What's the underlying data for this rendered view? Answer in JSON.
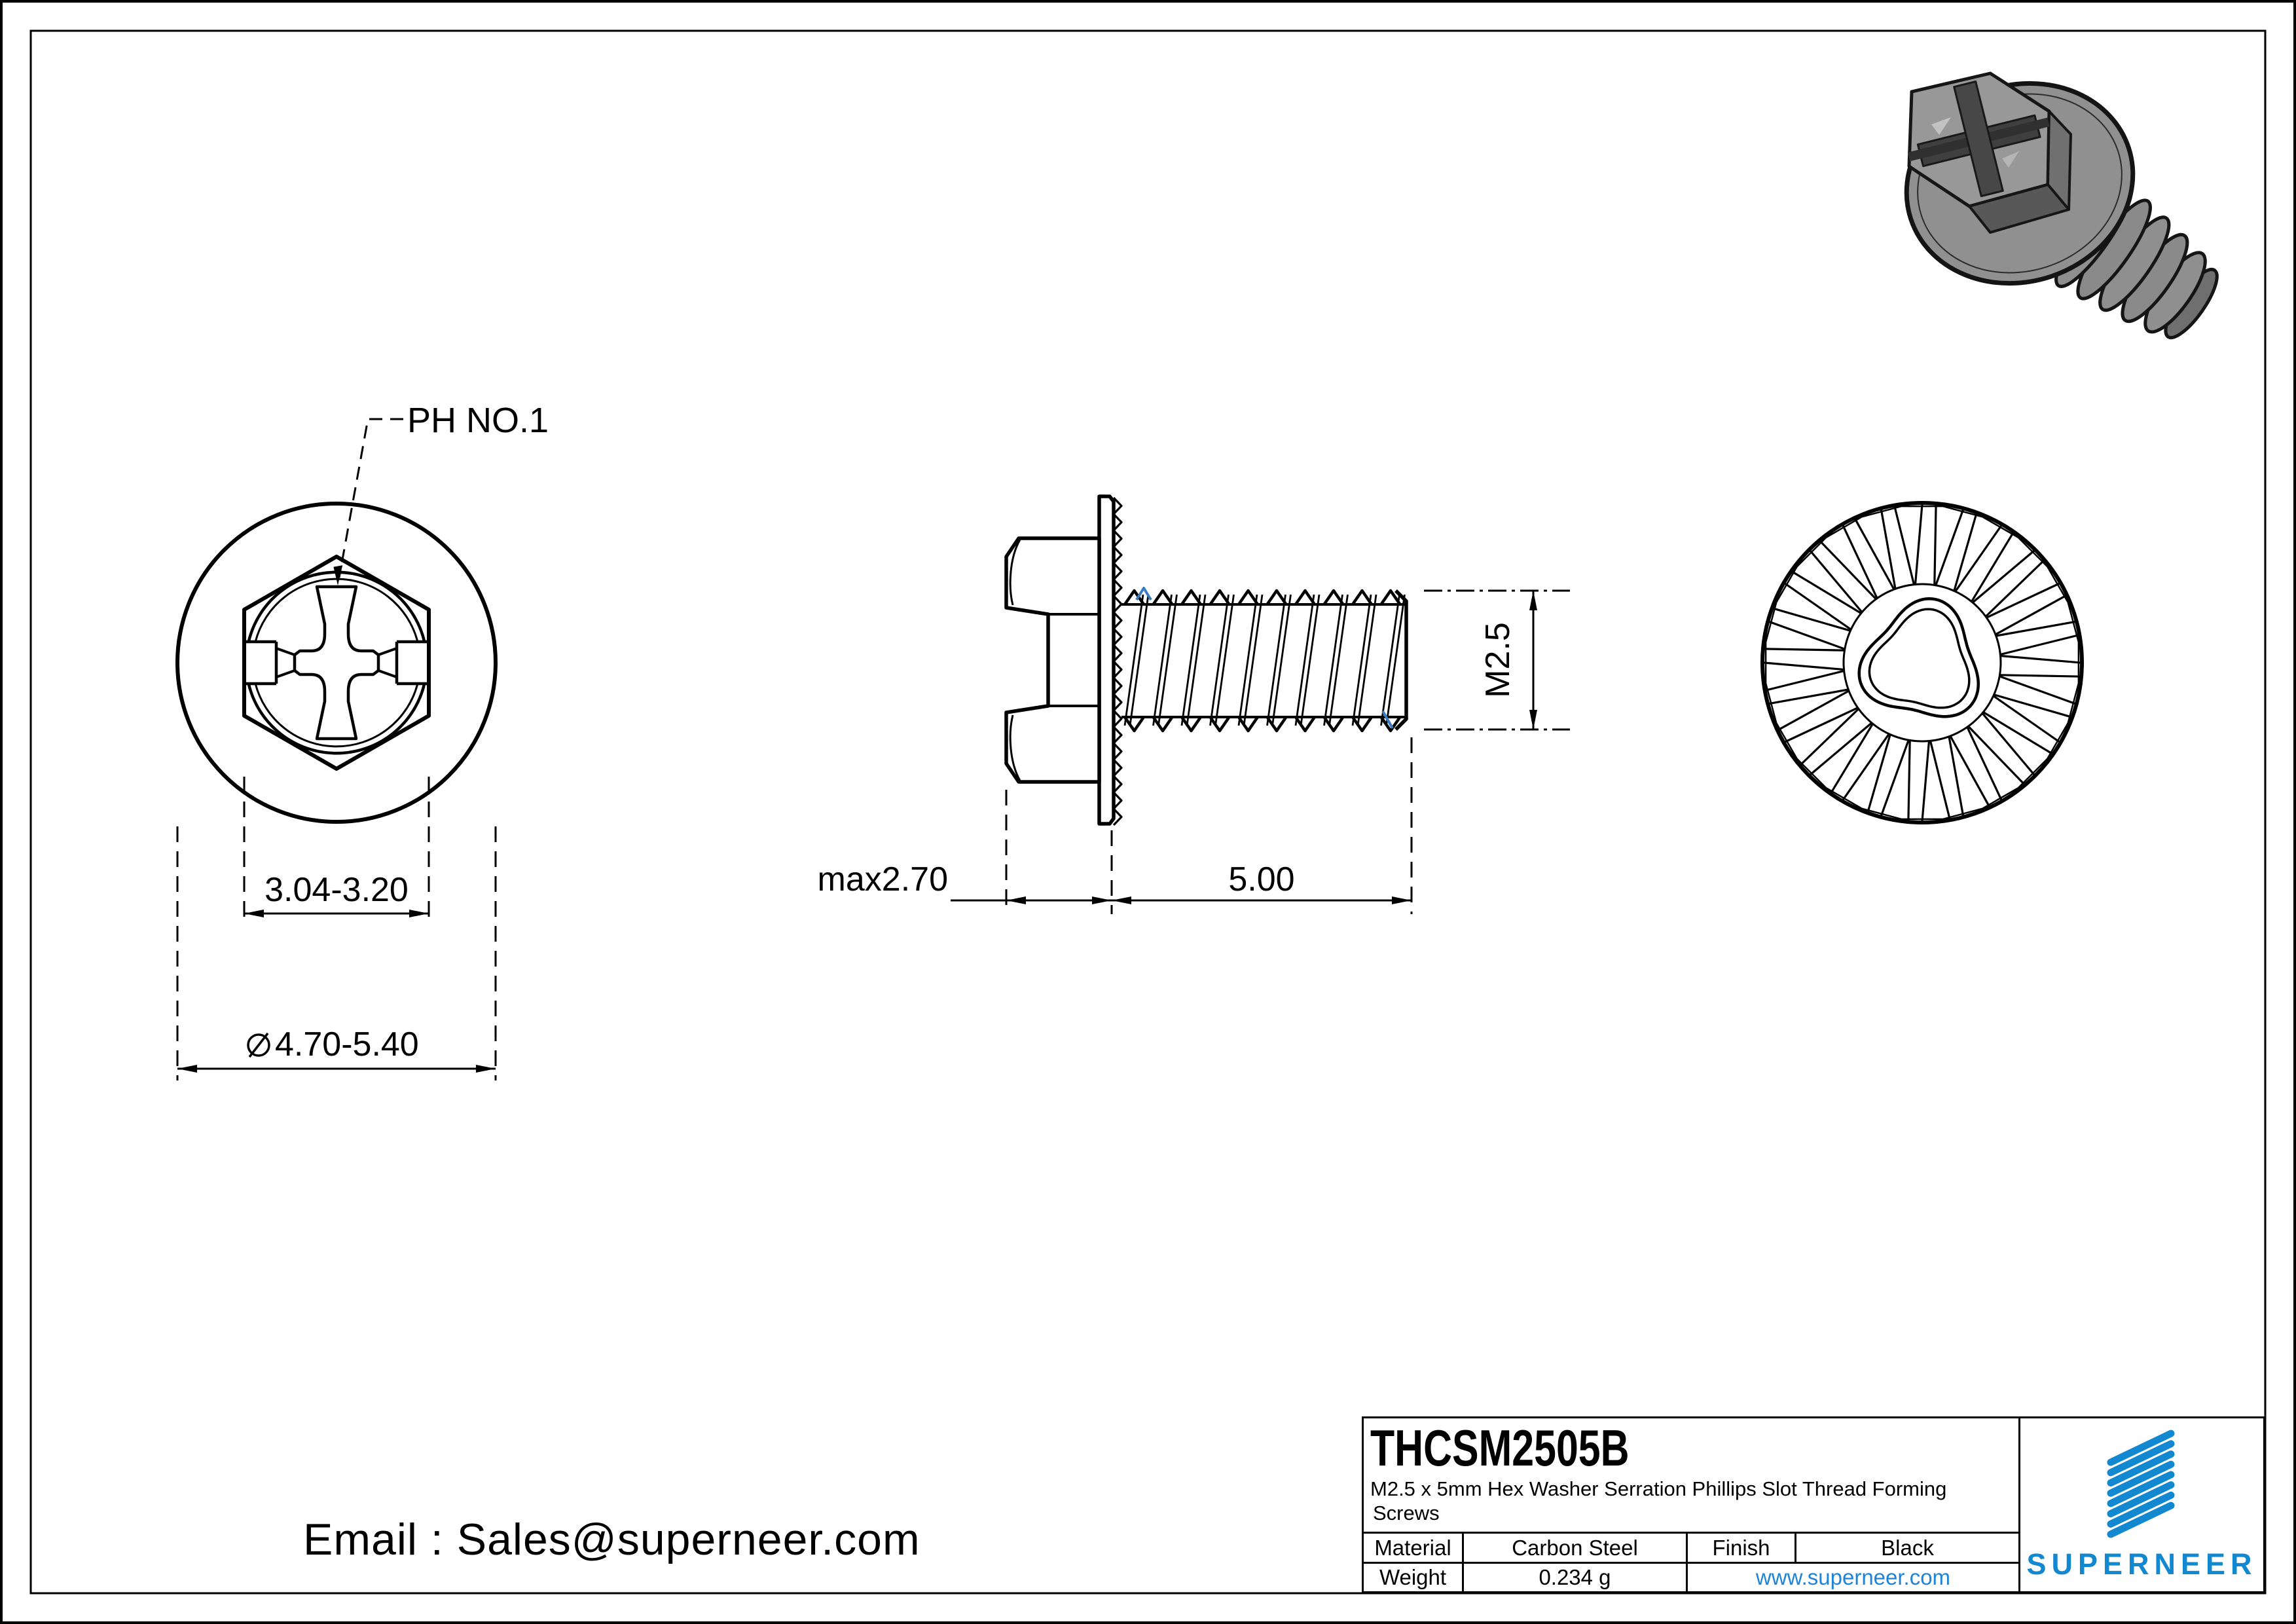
{
  "sheet": {
    "background": "#ffffff",
    "line_color": "#000000"
  },
  "annotations": {
    "drive_type": "PH NO.1",
    "hex_across_flats": "3.04-3.20",
    "head_diameter": "4.70-5.40",
    "head_height": "max2.70",
    "thread_length": "5.00",
    "thread_size": "M2.5"
  },
  "title_block": {
    "part_number": "THCSM2505B",
    "description_line1": "M2.5 x 5mm Hex Washer Serration Phillips Slot Thread Forming",
    "description_line2": "Screws",
    "material_label": "Material",
    "material_value": "Carbon Steel",
    "finish_label": "Finish",
    "finish_value": "Black",
    "weight_label": "Weight",
    "weight_value": "0.234 g",
    "website": "www.superneer.com",
    "brand_name": "SUPERNEER",
    "brand_color": "#1288D1",
    "link_color": "#1E84D8"
  },
  "footer": {
    "email": "Email : Sales@superneer.com"
  },
  "accents": {
    "thread_mark_color": "#3A7BBF"
  }
}
